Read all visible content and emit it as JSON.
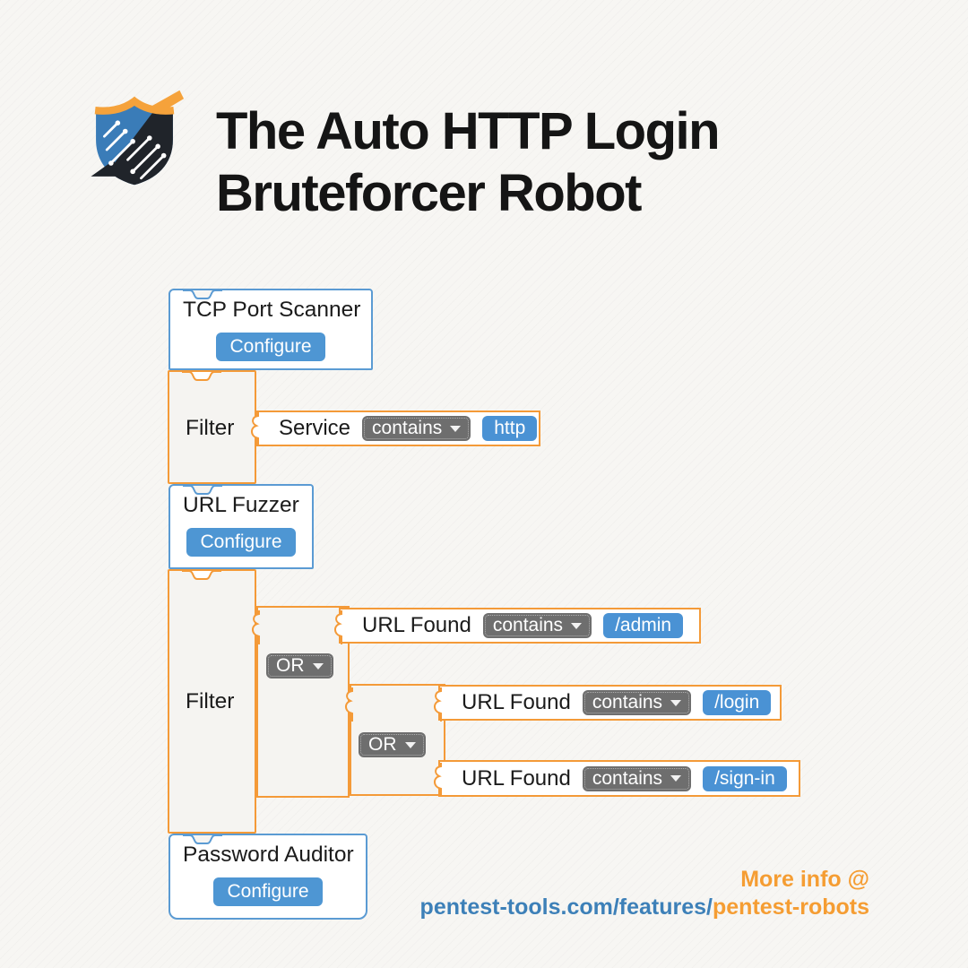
{
  "header": {
    "title_line1": "The Auto HTTP Login",
    "title_line2": "Bruteforcer Robot"
  },
  "blocks": {
    "tcp": {
      "title": "TCP Port Scanner",
      "button": "Configure"
    },
    "filter_service": {
      "label": "Filter",
      "condition": {
        "field": "Service",
        "operator": "contains",
        "value": "http"
      }
    },
    "url_fuzzer": {
      "title": "URL Fuzzer",
      "button": "Configure"
    },
    "filter_url": {
      "label": "Filter",
      "outer_or": {
        "operator": "OR"
      },
      "inner_or": {
        "operator": "OR"
      },
      "cond_admin": {
        "field": "URL Found",
        "operator": "contains",
        "value": "/admin"
      },
      "cond_login": {
        "field": "URL Found",
        "operator": "contains",
        "value": "/login"
      },
      "cond_signin": {
        "field": "URL Found",
        "operator": "contains",
        "value": "/sign-in"
      }
    },
    "password_auditor": {
      "title": "Password Auditor",
      "button": "Configure"
    }
  },
  "footer": {
    "more_info": "More info @",
    "link_blue": "pentest-tools.com/features/",
    "link_orange": "pentest-robots"
  },
  "colors": {
    "accent_orange": "#F49A38",
    "accent_blue": "#5B9BD3",
    "pill_gray": "#6E6E6E",
    "chip_blue": "#4A92D4",
    "button_blue": "#4E96D3",
    "background": "#F7F6F3"
  }
}
